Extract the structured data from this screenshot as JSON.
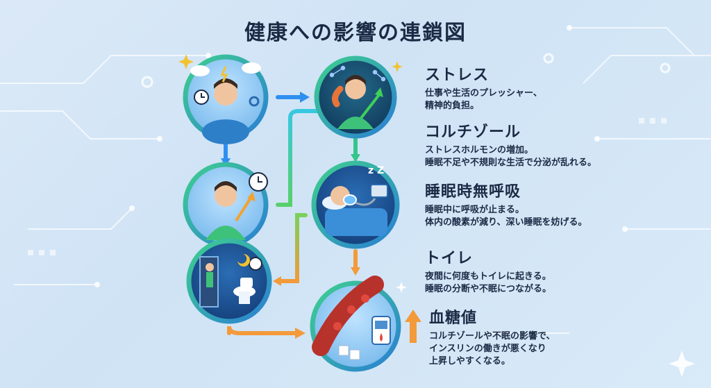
{
  "title": "健康への影響の連鎖図",
  "steps": [
    {
      "title": "ストレス",
      "lines": [
        "仕事や生活のプレッシャー、",
        "精神的負担。"
      ]
    },
    {
      "title": "コルチゾール",
      "lines": [
        "ストレスホルモンの増加。",
        "睡眠不足や不規則な生活で分泌が乱れる。"
      ]
    },
    {
      "title": "睡眠時無呼吸",
      "lines": [
        "睡眠中に呼吸が止まる。",
        "体内の酸素が減り、深い睡眠を妨げる。"
      ]
    },
    {
      "title": "トイレ",
      "lines": [
        "夜間に何度もトイレに起きる。",
        "睡眠の分断や不眠につながる。"
      ]
    },
    {
      "title": "血糖値",
      "lines": [
        "コルチゾールや不眠の影響で、",
        "インスリンの働きが悪くなり",
        "上昇しやすくなる。"
      ]
    }
  ],
  "colors": {
    "title": "#1b2a44",
    "ring_green": "#3ecf8e",
    "ring_blue": "#2a7fd4",
    "arrow_blue": "#2f8ff0",
    "arrow_green": "#35c58a",
    "arrow_orange": "#f39a3a"
  },
  "icons": [
    "stressed-person-icon",
    "hormone-molecule-icon",
    "sleep-apnea-mask-icon",
    "toilet-night-icon",
    "blood-sugar-meter-icon",
    "gear-icon",
    "sparkle-icon",
    "up-arrow-icon"
  ]
}
